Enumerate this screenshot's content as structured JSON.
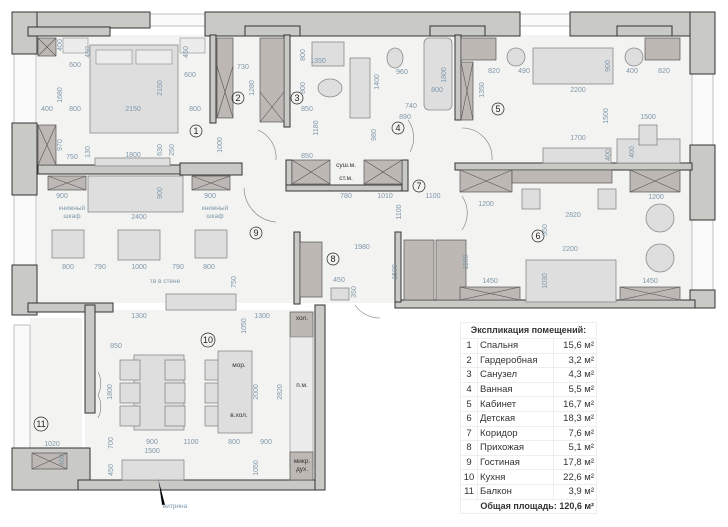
{
  "rooms": [
    "1",
    "2",
    "3",
    "4",
    "5",
    "6",
    "7",
    "8",
    "9",
    "10",
    "11"
  ],
  "annotations": {
    "bookcase_left": [
      "книжный",
      "шкаф"
    ],
    "bookcase_right": [
      "книжный",
      "шкаф"
    ],
    "tv": "тв в стене",
    "fridge": "хол.",
    "dishwasher": "п.м.",
    "freezer": "мор.",
    "wine_fridge": "в.хол.",
    "microwave_oven": [
      "микр.",
      "дух."
    ],
    "dryer_washer": [
      "суш.м.",
      "ст.м."
    ],
    "showcase": "витрина"
  },
  "dimensions": [
    "400",
    "450",
    "600",
    "600",
    "450",
    "1680",
    "2150",
    "400",
    "800",
    "2150",
    "800",
    "970",
    "1000",
    "630",
    "250",
    "130",
    "750",
    "1800",
    "730",
    "1280",
    "800",
    "1350",
    "800",
    "850",
    "1180",
    "850",
    "780",
    "1010",
    "960",
    "1400",
    "740",
    "890",
    "980",
    "1800",
    "800",
    "1100",
    "1100",
    "1200",
    "820",
    "490",
    "900",
    "400",
    "820",
    "2200",
    "1350",
    "1500",
    "1500",
    "1700",
    "400",
    "400",
    "2820",
    "550",
    "1200",
    "2200",
    "1030",
    "1450",
    "1450",
    "1500",
    "1100",
    "900",
    "900",
    "2400",
    "900",
    "800",
    "790",
    "1000",
    "790",
    "800",
    "750",
    "1300",
    "1300",
    "1980",
    "450",
    "350",
    "850",
    "1800",
    "2000",
    "2820",
    "1050",
    "900",
    "1100",
    "800",
    "900",
    "700",
    "1500",
    "450",
    "1050",
    "1020",
    "400"
  ],
  "legend": {
    "title": "Экспликация помещений:",
    "rows": [
      {
        "n": "1",
        "name": "Спальня",
        "area": "15,6 м²"
      },
      {
        "n": "2",
        "name": "Гардеробная",
        "area": "3,2 м²"
      },
      {
        "n": "3",
        "name": "Санузел",
        "area": "4,3 м²"
      },
      {
        "n": "4",
        "name": "Ванная",
        "area": "5,5 м²"
      },
      {
        "n": "5",
        "name": "Кабинет",
        "area": "16,7 м²"
      },
      {
        "n": "6",
        "name": "Детская",
        "area": "18,3 м²"
      },
      {
        "n": "7",
        "name": "Коридор",
        "area": "7,6 м²"
      },
      {
        "n": "8",
        "name": "Прихожая",
        "area": "5,1 м²"
      },
      {
        "n": "9",
        "name": "Гостиная",
        "area": "17,8 м²"
      },
      {
        "n": "10",
        "name": "Кухня",
        "area": "22,6 м²"
      },
      {
        "n": "11",
        "name": "Балкон",
        "area": "3,9 м²"
      }
    ],
    "total": "Общая площадь: 120,6 м²"
  }
}
